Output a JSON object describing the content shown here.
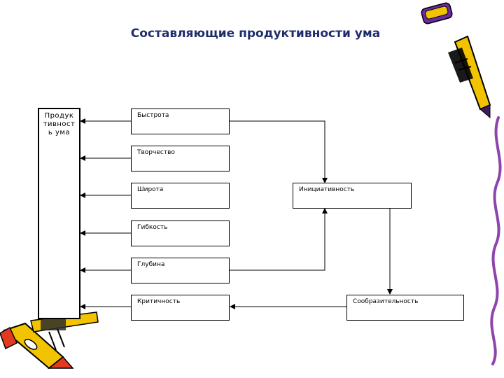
{
  "diagram": {
    "title": "Составляющие продуктивности ума",
    "main_node": {
      "line1": "Продук",
      "line2": "тивност",
      "line3": "ь ума"
    },
    "components": [
      "Быстрота",
      "Творчество",
      "Широта",
      "Гибкость",
      "Глубина",
      "Критичность"
    ],
    "initiative_node": "Инициативность",
    "resourcefulness_node": "Сообразительность"
  },
  "decorations": {
    "top_right": "pencil-icon",
    "bottom_left": "pencil-icon",
    "right_edge": "wavy-line-icon",
    "pencil_body_color": "#f2c300",
    "pencil_tip_color": "#e23a1e",
    "pencil_band_color": "#5a2d82"
  }
}
